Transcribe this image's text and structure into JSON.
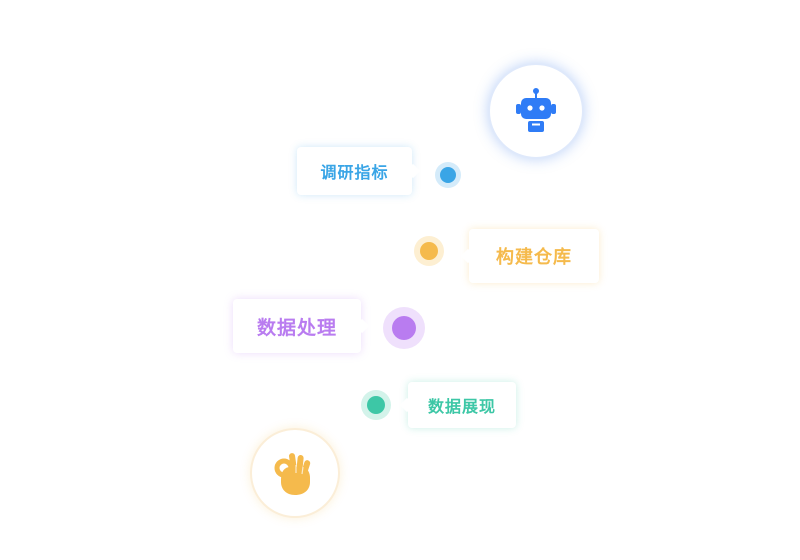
{
  "steps": [
    {
      "label": "调研指标",
      "color": "#3aa5e6"
    },
    {
      "label": "构建仓库",
      "color": "#f5ba4c"
    },
    {
      "label": "数据处理",
      "color": "#b97cf0"
    },
    {
      "label": "数据展现",
      "color": "#3dc7a6"
    }
  ],
  "icons": {
    "top": "robot-icon",
    "bottom": "ok-hand-icon"
  },
  "colors": {
    "robot": "#2f7cf6",
    "hand": "#f5ba4c"
  }
}
